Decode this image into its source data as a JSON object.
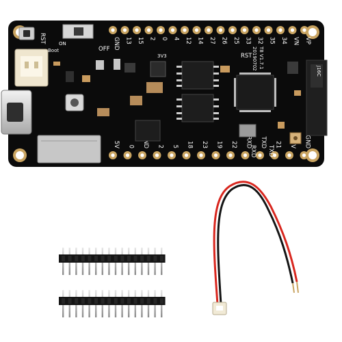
{
  "board": {
    "top_pins": [
      "GND",
      "13",
      "15",
      "2",
      "0",
      "4",
      "12",
      "14",
      "27",
      "26",
      "25",
      "33",
      "32",
      "35",
      "34",
      "VN",
      "VP"
    ],
    "bottom_pins": [
      "5V",
      "0",
      "GND",
      "2",
      "5",
      "18",
      "23",
      "19",
      "22",
      "RXD",
      "TXD",
      "21",
      "3V",
      "GND"
    ],
    "reset_label": "RST",
    "reset_right_label": "RST",
    "switch_label": "OFF",
    "on_label": "ON",
    "boot_label": "Boot",
    "regulator_label": "3V3",
    "version_label": "T8 V1.7.1",
    "date_label": "20190702",
    "antenna_code": "J16C",
    "rxd_label": "RXD",
    "txd_label": "TXD"
  },
  "colors": {
    "pcb": "#0b0b0b",
    "pad": "#c9a461",
    "silkscreen": "#ffffff",
    "wire_red": "#d8261e",
    "wire_black": "#141414"
  },
  "accessories": {
    "header_pin_count": 16,
    "header_strip_count": 2,
    "cable_connector_count": 1
  }
}
